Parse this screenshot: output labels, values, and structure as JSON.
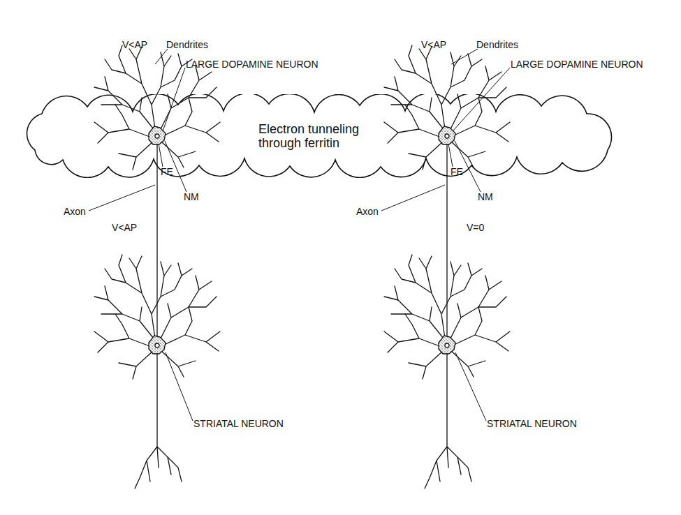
{
  "diagram": {
    "nodes": [
      {
        "text": [
          "Electron tunneling through ferritin"
        ]
      }
    ],
    "labels": [
      "V<AP",
      "Dendrites",
      "LARGE DOPAMINE NEURON",
      "V<AP",
      "Dendrites",
      "LARGE DOPAMINE NEURON",
      "FE",
      "NM",
      "FE",
      "NM",
      "Axon",
      "V<AP",
      "Axon",
      "V=0",
      "STRIATAL NEURON",
      "STRIATAL NEURON"
    ]
  }
}
